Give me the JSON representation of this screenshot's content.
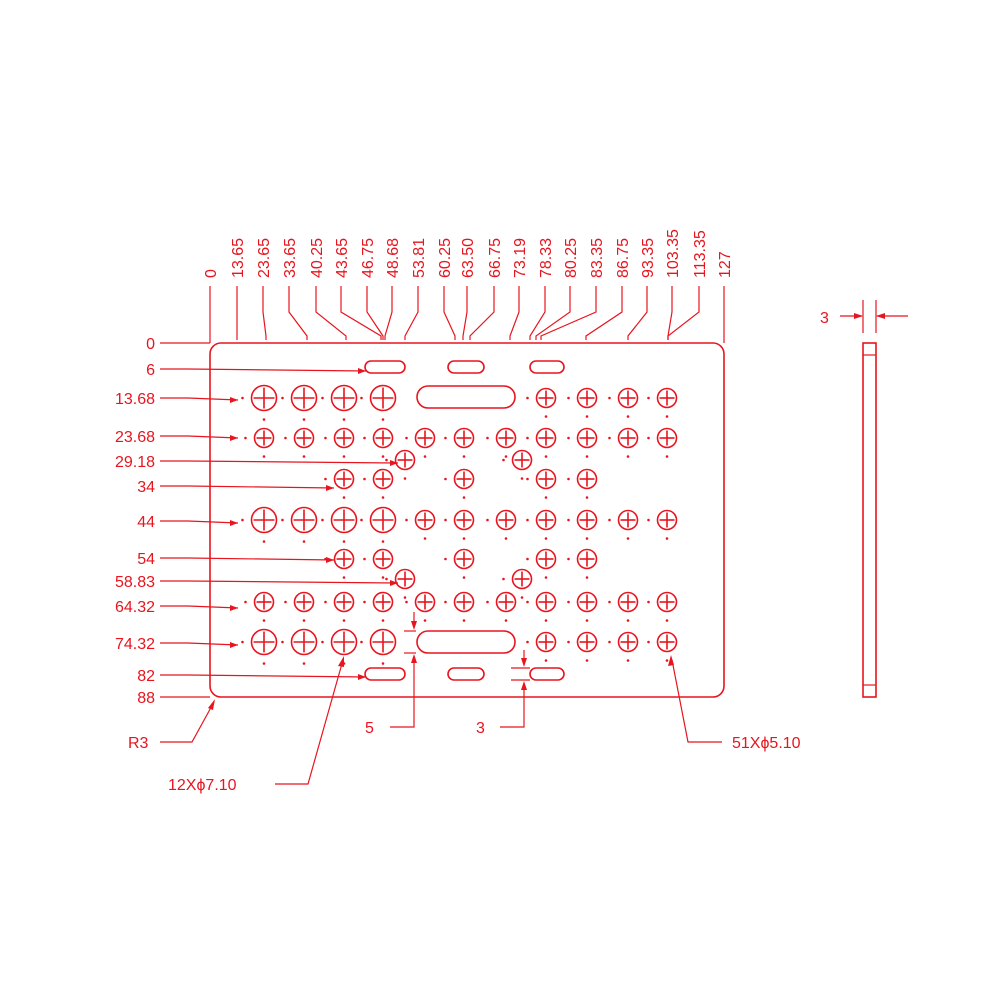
{
  "drawing": {
    "accent_color": "#e8141e",
    "x_labels": [
      "0",
      "13.65",
      "23.65",
      "33.65",
      "40.25",
      "43.65",
      "46.75",
      "48.68",
      "53.81",
      "60.25",
      "63.50",
      "66.75",
      "73.19",
      "78.33",
      "80.25",
      "83.35",
      "86.75",
      "93.35",
      "103.35",
      "113.35",
      "127"
    ],
    "y_labels": [
      "0",
      "6",
      "13.68",
      "23.68",
      "29.18",
      "34",
      "44",
      "54",
      "58.83",
      "64.32",
      "74.32",
      "82",
      "88"
    ],
    "annotations": {
      "radius": "R3",
      "large_holes": "12Xϕ7.10",
      "small_holes": "51Xϕ5.10",
      "slot_width": "5",
      "slot_gap": "3",
      "thickness": "3"
    }
  }
}
